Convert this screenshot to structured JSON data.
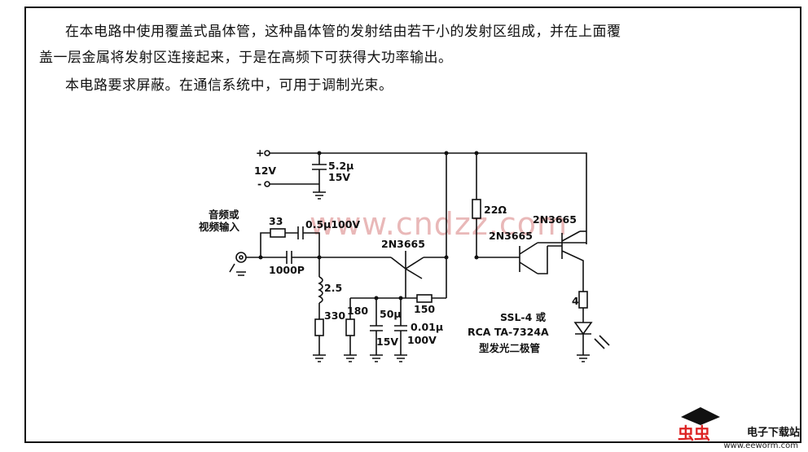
{
  "text": {
    "line1": "在本电路中使用覆盖式晶体管，这种晶体管的发射结由若干小的发射区组成，并在上面覆",
    "line2": "盖一层金属将发射区连接起来，于是在高频下可获得大功率输出。",
    "line3": "本电路要求屏蔽。在通信系统中，可用于调制光束。"
  },
  "labels": {
    "plus": "+",
    "minus": "-",
    "supply": "12V",
    "cap1": "5.2μ",
    "cap1v": "15V",
    "input1": "音频或",
    "input2": "视频输入",
    "r33": "33",
    "cap2": "0.5μ100V",
    "cap3": "1000P",
    "l1": "2.5",
    "r330": "330",
    "r180": "180",
    "cap4": "50μ",
    "cap4v": "15V",
    "r150": "150",
    "cap5": "0.01μ",
    "cap5v": "100V",
    "q1": "2N3665",
    "q2": "2N3665",
    "q3": "2N3665",
    "r22": "22Ω",
    "r4": "4",
    "led1": "SSL-4 或",
    "led2": "RCA TA-7324A",
    "led3": "型发光二极管"
  },
  "watermark": "www.cndzz.com",
  "logo": {
    "cn": "虫虫",
    "name": "电子下载站",
    "url": "www.eeworm.com"
  }
}
